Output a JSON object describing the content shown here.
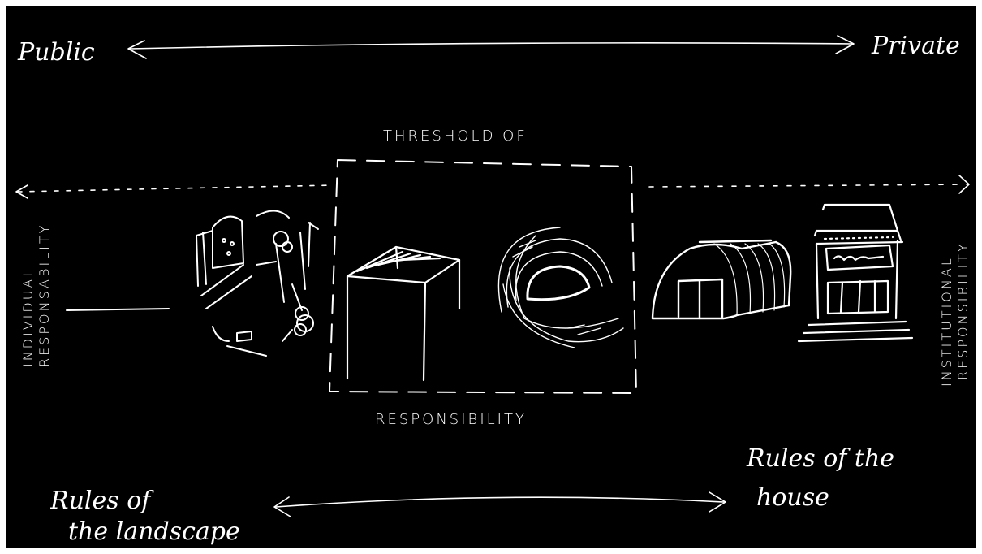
{
  "labels": {
    "public": "Public",
    "private": "Private",
    "threshold_top": "THRESHOLD OF",
    "threshold_bottom": "RESPONSIBILITY",
    "individual_line1": "INDIVIDUAL",
    "individual_line2": "RESPONSABILITY",
    "institutional_line1": "INSTITUTIONAL",
    "institutional_line2": "RESPONSIBILITY",
    "landscape_line1": "Rules of",
    "landscape_line2": "the landscape",
    "house_line1": "Rules of the",
    "house_line2": "house"
  },
  "colors": {
    "background": "#000000",
    "ink": "#ffffff",
    "frame": "#ffffff"
  },
  "sketches": [
    "park-sketch-icon",
    "tent-sketch-icon",
    "arena-sketch-icon",
    "quonset-hut-sketch-icon",
    "storefront-sketch-icon"
  ]
}
